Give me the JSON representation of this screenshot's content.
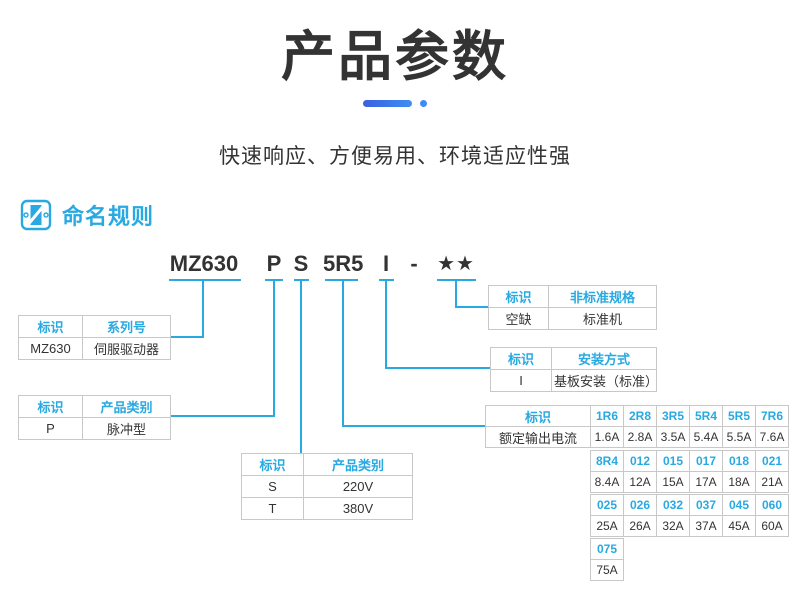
{
  "page": {
    "title": "产品参数",
    "subtitle": "快速响应、方便易用、环境适应性强",
    "section_title": "命名规则"
  },
  "model_code": {
    "segments": [
      {
        "text": "MZ630"
      },
      {
        "text": "P"
      },
      {
        "text": "S"
      },
      {
        "text": "5R5"
      },
      {
        "text": "I"
      },
      {
        "text": "-"
      },
      {
        "text": "★★"
      }
    ]
  },
  "tables": {
    "series": {
      "headers": [
        "标识",
        "系列号"
      ],
      "rows": [
        [
          "MZ630",
          "伺服驱动器"
        ]
      ]
    },
    "product_type": {
      "headers": [
        "标识",
        "产品类别"
      ],
      "rows": [
        [
          "P",
          "脉冲型"
        ]
      ]
    },
    "voltage": {
      "headers": [
        "标识",
        "产品类别"
      ],
      "rows": [
        [
          "S",
          "220V"
        ],
        [
          "T",
          "380V"
        ]
      ]
    },
    "nonstandard": {
      "headers": [
        "标识",
        "非标准规格"
      ],
      "rows": [
        [
          "空缺",
          "标准机"
        ]
      ]
    },
    "mounting": {
      "headers": [
        "标识",
        "安装方式"
      ],
      "rows": [
        [
          "I",
          "基板安装（标准）"
        ]
      ]
    },
    "current": {
      "header_label": "标识",
      "row_label": "额定输出电流",
      "groups": [
        {
          "codes": [
            "1R6",
            "2R8",
            "3R5",
            "5R4",
            "5R5",
            "7R6"
          ],
          "values": [
            "1.6A",
            "2.8A",
            "3.5A",
            "5.4A",
            "5.5A",
            "7.6A"
          ]
        },
        {
          "codes": [
            "8R4",
            "012",
            "015",
            "017",
            "018",
            "021"
          ],
          "values": [
            "8.4A",
            "12A",
            "15A",
            "17A",
            "18A",
            "21A"
          ]
        },
        {
          "codes": [
            "025",
            "026",
            "032",
            "037",
            "045",
            "060"
          ],
          "values": [
            "25A",
            "26A",
            "32A",
            "37A",
            "45A",
            "60A"
          ]
        },
        {
          "codes": [
            "075"
          ],
          "values": [
            "75A"
          ]
        }
      ]
    }
  },
  "colors": {
    "accent": "#29a9e1",
    "text": "#333333",
    "border": "#c8c8c8",
    "dash_gradient_start": "#3b5fe0",
    "dash_gradient_end": "#3e8ef2"
  }
}
